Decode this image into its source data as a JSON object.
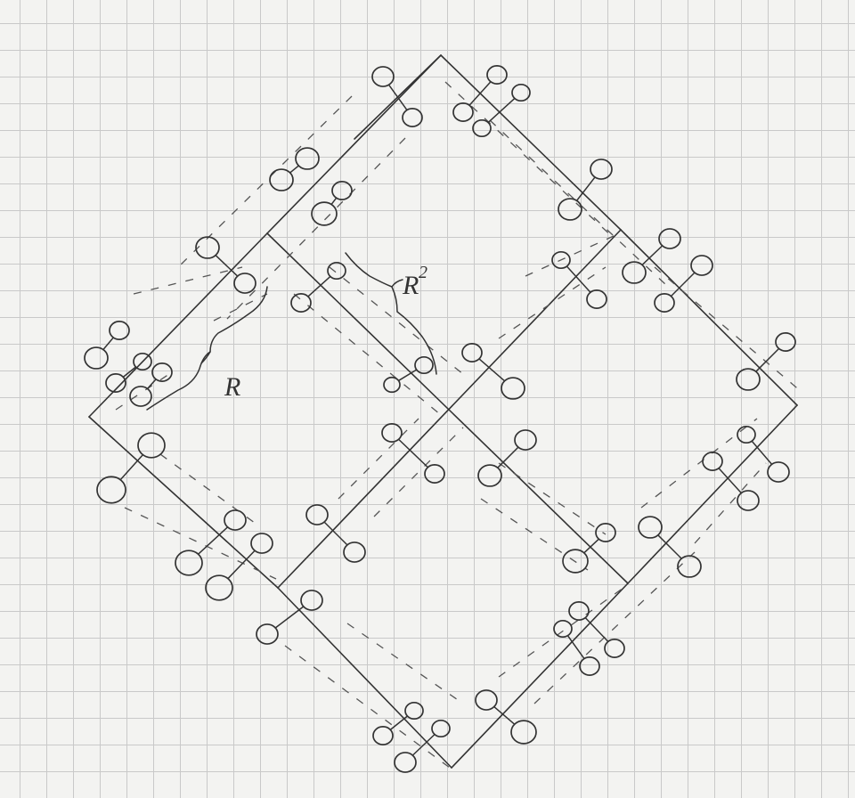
{
  "annotations": {
    "small_spacing_label": "R",
    "large_spacing_label": "R",
    "large_spacing_exponent": "2"
  },
  "colors": {
    "paper": "#f3f3f1",
    "grid": "#c9c9c9",
    "ink": "#333333"
  }
}
